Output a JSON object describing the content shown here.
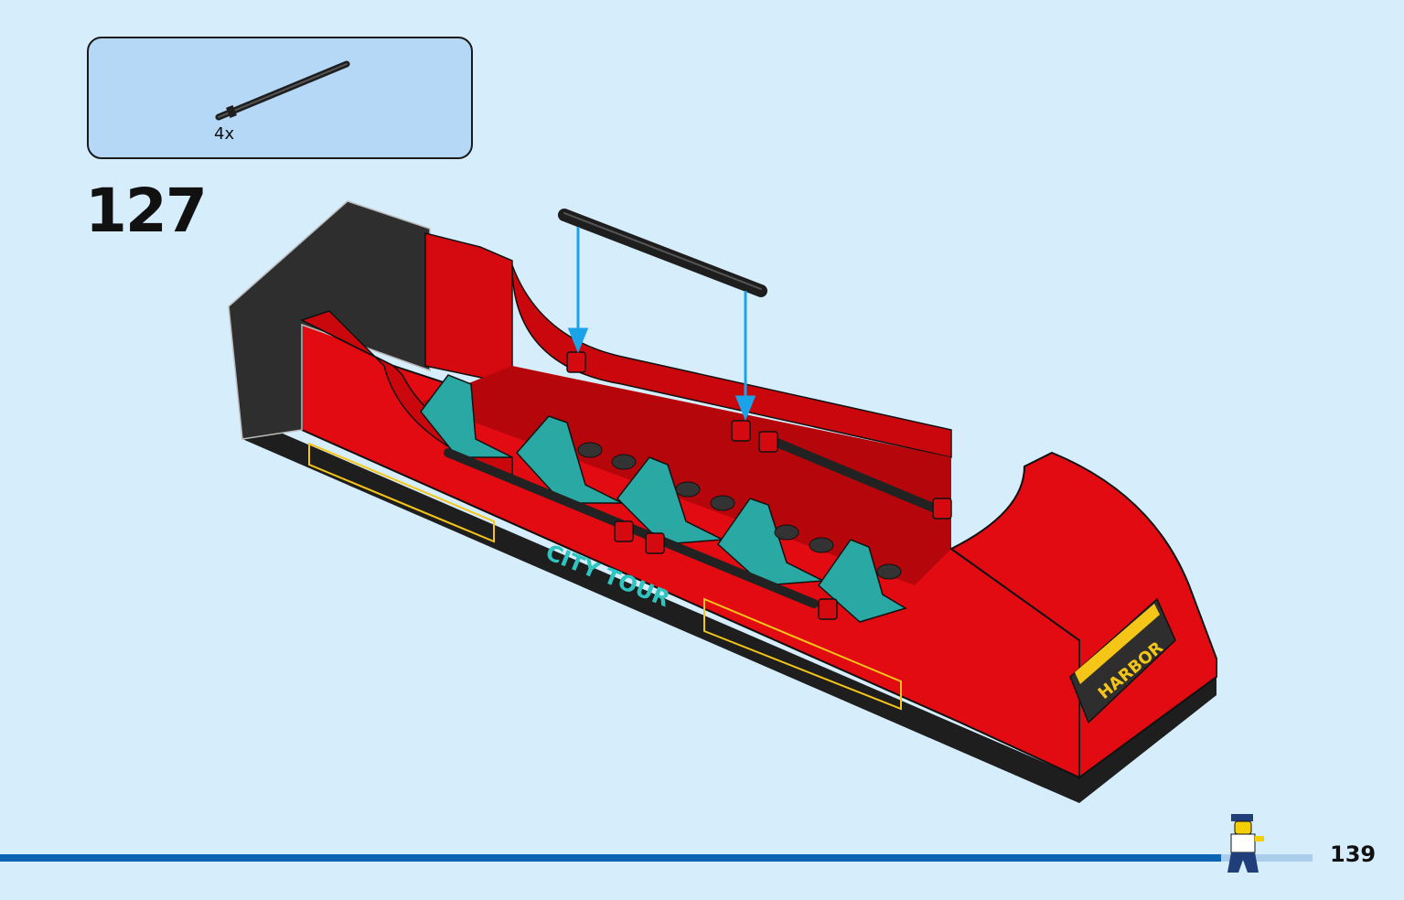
{
  "parts": {
    "items": [
      {
        "name": "black bar",
        "color": "#2a2a2a",
        "quantity": "4x"
      }
    ]
  },
  "step": {
    "number": "127"
  },
  "model": {
    "colors": {
      "body": "#e30b12",
      "dark": "#2e2e2e",
      "seat": "#2aa8a4",
      "arrow": "#1aa3e8",
      "text": "#f5c518"
    },
    "decals": {
      "side_logo": "CITY TOUR",
      "rear_sign": "HARBOR"
    }
  },
  "footer": {
    "page_number": "139",
    "progress": 0.93,
    "colors": {
      "track": "#a9cdea",
      "fill": "#0b63b3"
    }
  }
}
